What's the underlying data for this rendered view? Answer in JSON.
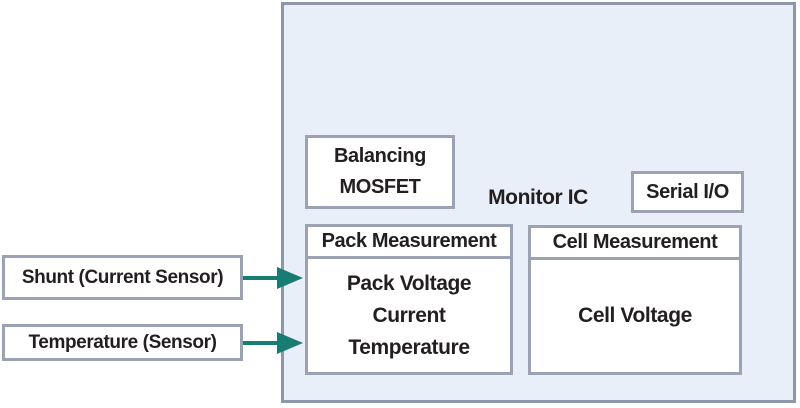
{
  "colors": {
    "container_fill": "#e9eff9",
    "container_border": "#8e97aa",
    "block_border": "#9aa2b4",
    "arrow": "#177d73",
    "text": "#231f20"
  },
  "diagram": {
    "container_label": "Monitor IC",
    "blocks": {
      "balancing_mosfet": {
        "lines": [
          "Balancing",
          "MOSFET"
        ]
      },
      "serial_io": {
        "label": "Serial I/O"
      },
      "pack_measurement": {
        "header": "Pack Measurement",
        "lines": [
          "Pack Voltage",
          "Current",
          "Temperature"
        ]
      },
      "cell_measurement": {
        "header": "Cell Measurement",
        "lines": [
          "Cell Voltage"
        ]
      }
    },
    "inputs": [
      {
        "label": "Shunt (Current Sensor)",
        "target": "Pack Measurement"
      },
      {
        "label": "Temperature (Sensor)",
        "target": "Pack Measurement"
      }
    ]
  }
}
